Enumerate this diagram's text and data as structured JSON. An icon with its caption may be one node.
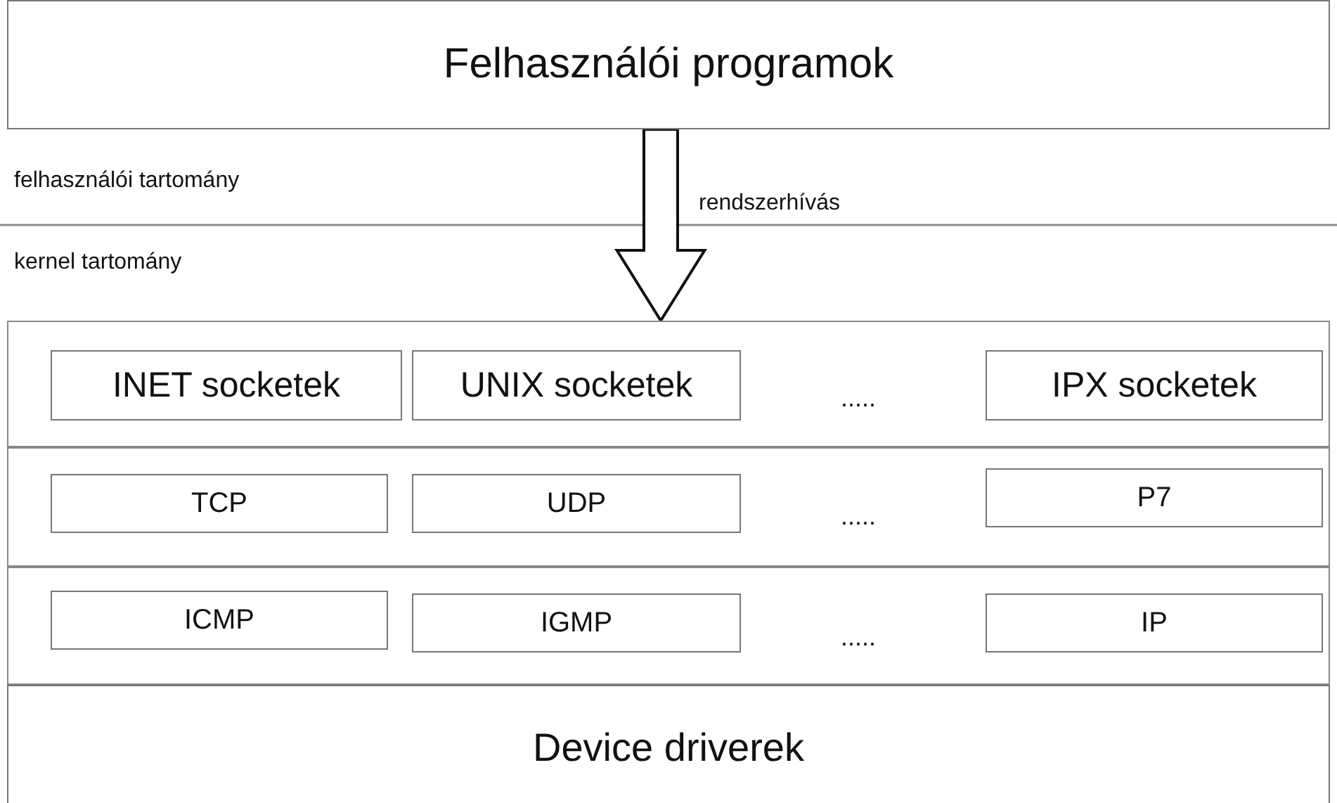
{
  "diagram": {
    "nodes": [
      {
        "text": [
          "Felhasználói programok"
        ]
      },
      {
        "text": [],
        "shape": "box"
      },
      {
        "text": [
          "INET socketek"
        ],
        "in": 1
      },
      {
        "text": [
          "UNIX socketek"
        ],
        "in": 1
      },
      {
        "text": [
          "IPX socketek"
        ],
        "in": 1
      },
      {
        "text": [],
        "shape": "box"
      },
      {
        "text": [
          "TCP"
        ],
        "in": 5
      },
      {
        "text": [
          "UDP"
        ],
        "in": 5
      },
      {
        "text": [
          "P7"
        ],
        "in": 5
      },
      {
        "text": [],
        "shape": "box"
      },
      {
        "text": [
          "ICMP"
        ],
        "in": 9
      },
      {
        "text": [
          "IGMP"
        ],
        "in": 9
      },
      {
        "text": [
          "IP"
        ],
        "in": 9
      },
      {
        "text": [
          "Device driverek"
        ]
      }
    ],
    "edges": [
      {
        "from": 0,
        "to": 1,
        "arrow": "to",
        "label": "rendszerhívás",
        "style": "thick"
      }
    ],
    "labels": [
      "felhasználói tartomány",
      "kernel tartomány",
      ".....",
      ".....",
      "....."
    ]
  }
}
